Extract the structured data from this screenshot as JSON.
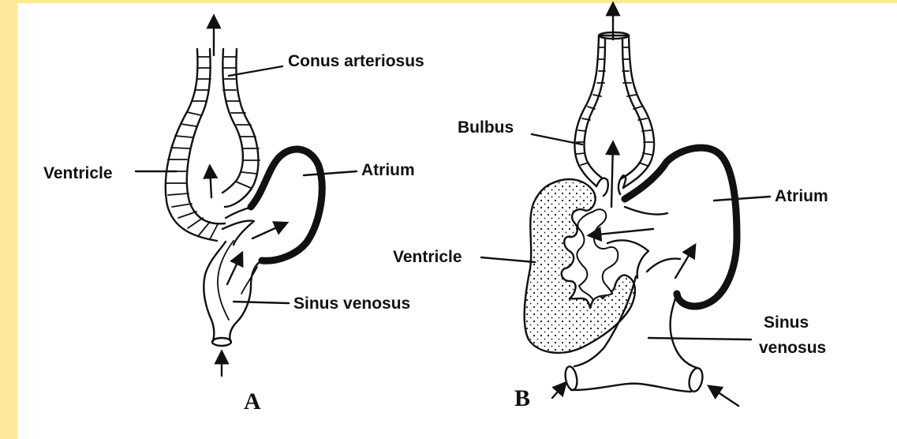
{
  "figure_a": {
    "label": "A",
    "conus_label": "Conus arteriosus",
    "ventricle_label": "Ventricle",
    "atrium_label": "Atrium",
    "sinus_label": "Sinus venosus"
  },
  "figure_b": {
    "label": "B",
    "bulbus_label": "Bulbus",
    "ventricle_label": "Ventricle",
    "atrium_label": "Atrium",
    "sinus_label_line1": "Sinus",
    "sinus_label_line2": "venosus"
  },
  "colors": {
    "frame": "#fde79a",
    "paper": "#ffffff",
    "ink": "#111111"
  }
}
